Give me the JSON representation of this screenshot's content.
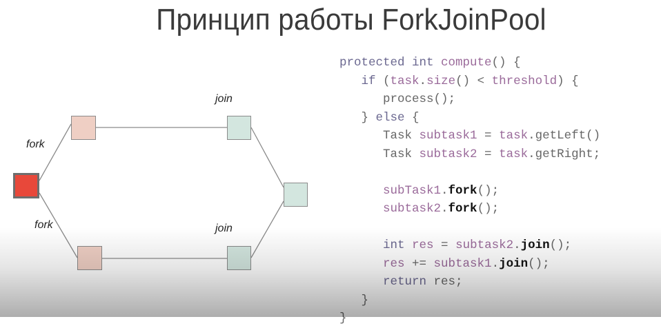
{
  "slide": {
    "title": "Принцип работы ForkJoinPool"
  },
  "diagram": {
    "labels": {
      "fork_top": "fork",
      "fork_bottom": "fork",
      "join_top": "join",
      "join_bottom": "join"
    },
    "colors": {
      "root": "#e8483a",
      "subtask": "#efcfc4",
      "join": "#d3e6df",
      "edge": "#8a8a8a"
    }
  },
  "code": {
    "lines": [
      [
        {
          "t": "protected int ",
          "c": "kw"
        },
        {
          "t": "compute",
          "c": "nm"
        },
        {
          "t": "() {",
          "c": "pl"
        }
      ],
      [
        {
          "t": "   if ",
          "c": "kw"
        },
        {
          "t": "(",
          "c": "pl"
        },
        {
          "t": "task",
          "c": "nm"
        },
        {
          "t": ".",
          "c": "pl"
        },
        {
          "t": "size",
          "c": "nm"
        },
        {
          "t": "() < ",
          "c": "pl"
        },
        {
          "t": "threshold",
          "c": "nm"
        },
        {
          "t": ") {",
          "c": "pl"
        }
      ],
      [
        {
          "t": "      process();",
          "c": "pl"
        }
      ],
      [
        {
          "t": "   } ",
          "c": "pl"
        },
        {
          "t": "else",
          "c": "kw"
        },
        {
          "t": " {",
          "c": "pl"
        }
      ],
      [
        {
          "t": "      Task ",
          "c": "pl"
        },
        {
          "t": "subtask1",
          "c": "nm"
        },
        {
          "t": " = ",
          "c": "pl"
        },
        {
          "t": "task",
          "c": "nm"
        },
        {
          "t": ".getLeft()",
          "c": "pl"
        }
      ],
      [
        {
          "t": "      Task ",
          "c": "pl"
        },
        {
          "t": "subtask2",
          "c": "nm"
        },
        {
          "t": " = ",
          "c": "pl"
        },
        {
          "t": "task",
          "c": "nm"
        },
        {
          "t": ".getRight;",
          "c": "pl"
        }
      ],
      [],
      [
        {
          "t": "      ",
          "c": "pl"
        },
        {
          "t": "subTask1",
          "c": "nm"
        },
        {
          "t": ".",
          "c": "pl"
        },
        {
          "t": "fork",
          "c": "bd"
        },
        {
          "t": "();",
          "c": "pl"
        }
      ],
      [
        {
          "t": "      ",
          "c": "pl"
        },
        {
          "t": "subtask2",
          "c": "nm"
        },
        {
          "t": ".",
          "c": "pl"
        },
        {
          "t": "fork",
          "c": "bd"
        },
        {
          "t": "();",
          "c": "pl"
        }
      ],
      [],
      [
        {
          "t": "      int ",
          "c": "kw"
        },
        {
          "t": "res",
          "c": "nm"
        },
        {
          "t": " = ",
          "c": "pl"
        },
        {
          "t": "subtask2",
          "c": "nm"
        },
        {
          "t": ".",
          "c": "pl"
        },
        {
          "t": "join",
          "c": "bd"
        },
        {
          "t": "();",
          "c": "pl"
        }
      ],
      [
        {
          "t": "      ",
          "c": "pl"
        },
        {
          "t": "res",
          "c": "nm"
        },
        {
          "t": " += ",
          "c": "pl"
        },
        {
          "t": "subtask1",
          "c": "nm"
        },
        {
          "t": ".",
          "c": "pl"
        },
        {
          "t": "join",
          "c": "bd"
        },
        {
          "t": "();",
          "c": "pl"
        }
      ],
      [
        {
          "t": "      return ",
          "c": "kw"
        },
        {
          "t": "res;",
          "c": "pl"
        }
      ],
      [
        {
          "t": "   }",
          "c": "pl"
        }
      ],
      [
        {
          "t": "}",
          "c": "pl"
        }
      ]
    ]
  }
}
